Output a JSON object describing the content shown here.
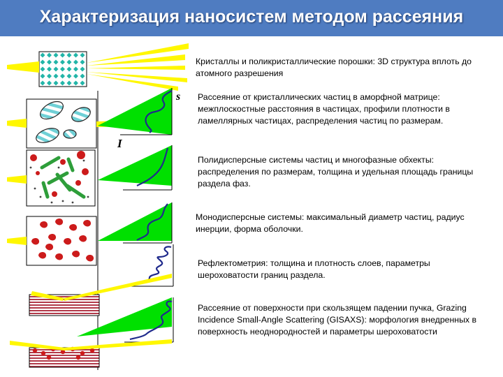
{
  "title": "Характеризация наносистем методом рассеяния",
  "symbols": {
    "s": "s",
    "I": "I"
  },
  "items": [
    {
      "text": "Кристаллы и поликристаллические порошки: 3D структура вплоть до атомного разрешения"
    },
    {
      "text": "Рассеяние от кристаллических частиц в аморфной матрице: межплоскостные расстояния в частицах, профили плотности в ламеллярных частицах, распределения частиц по размерам."
    },
    {
      "text": "Полидисперсные системы частиц и многофазные обхекты: распределения по размерам, толщина и удельная площадь границы раздела фаз."
    },
    {
      "text": "Монодисперсные системы: максимальный диаметр частиц, радиус инерции, форма оболочки."
    },
    {
      "text": "Рефлектометрия: толщина и плотность слоев, параметры шероховатости границ раздела."
    },
    {
      "text": "Рассеяние от поверхности при скользящем падении пучка, Grazing Incidence Small-Angle Scattering (GISAXS): морфология внедренных в поверхность неоднородностей и параметры шероховатости"
    }
  ],
  "colors": {
    "header": "#4f7cc1",
    "beam": "#fff700",
    "scatter_cone": "#00e000",
    "curve": "#1f2a8c",
    "particles": "#cc1b1b",
    "rods": "#2e9e3a",
    "crystal_dots": "#22b5a8",
    "stripes": "#6fd0d6"
  }
}
